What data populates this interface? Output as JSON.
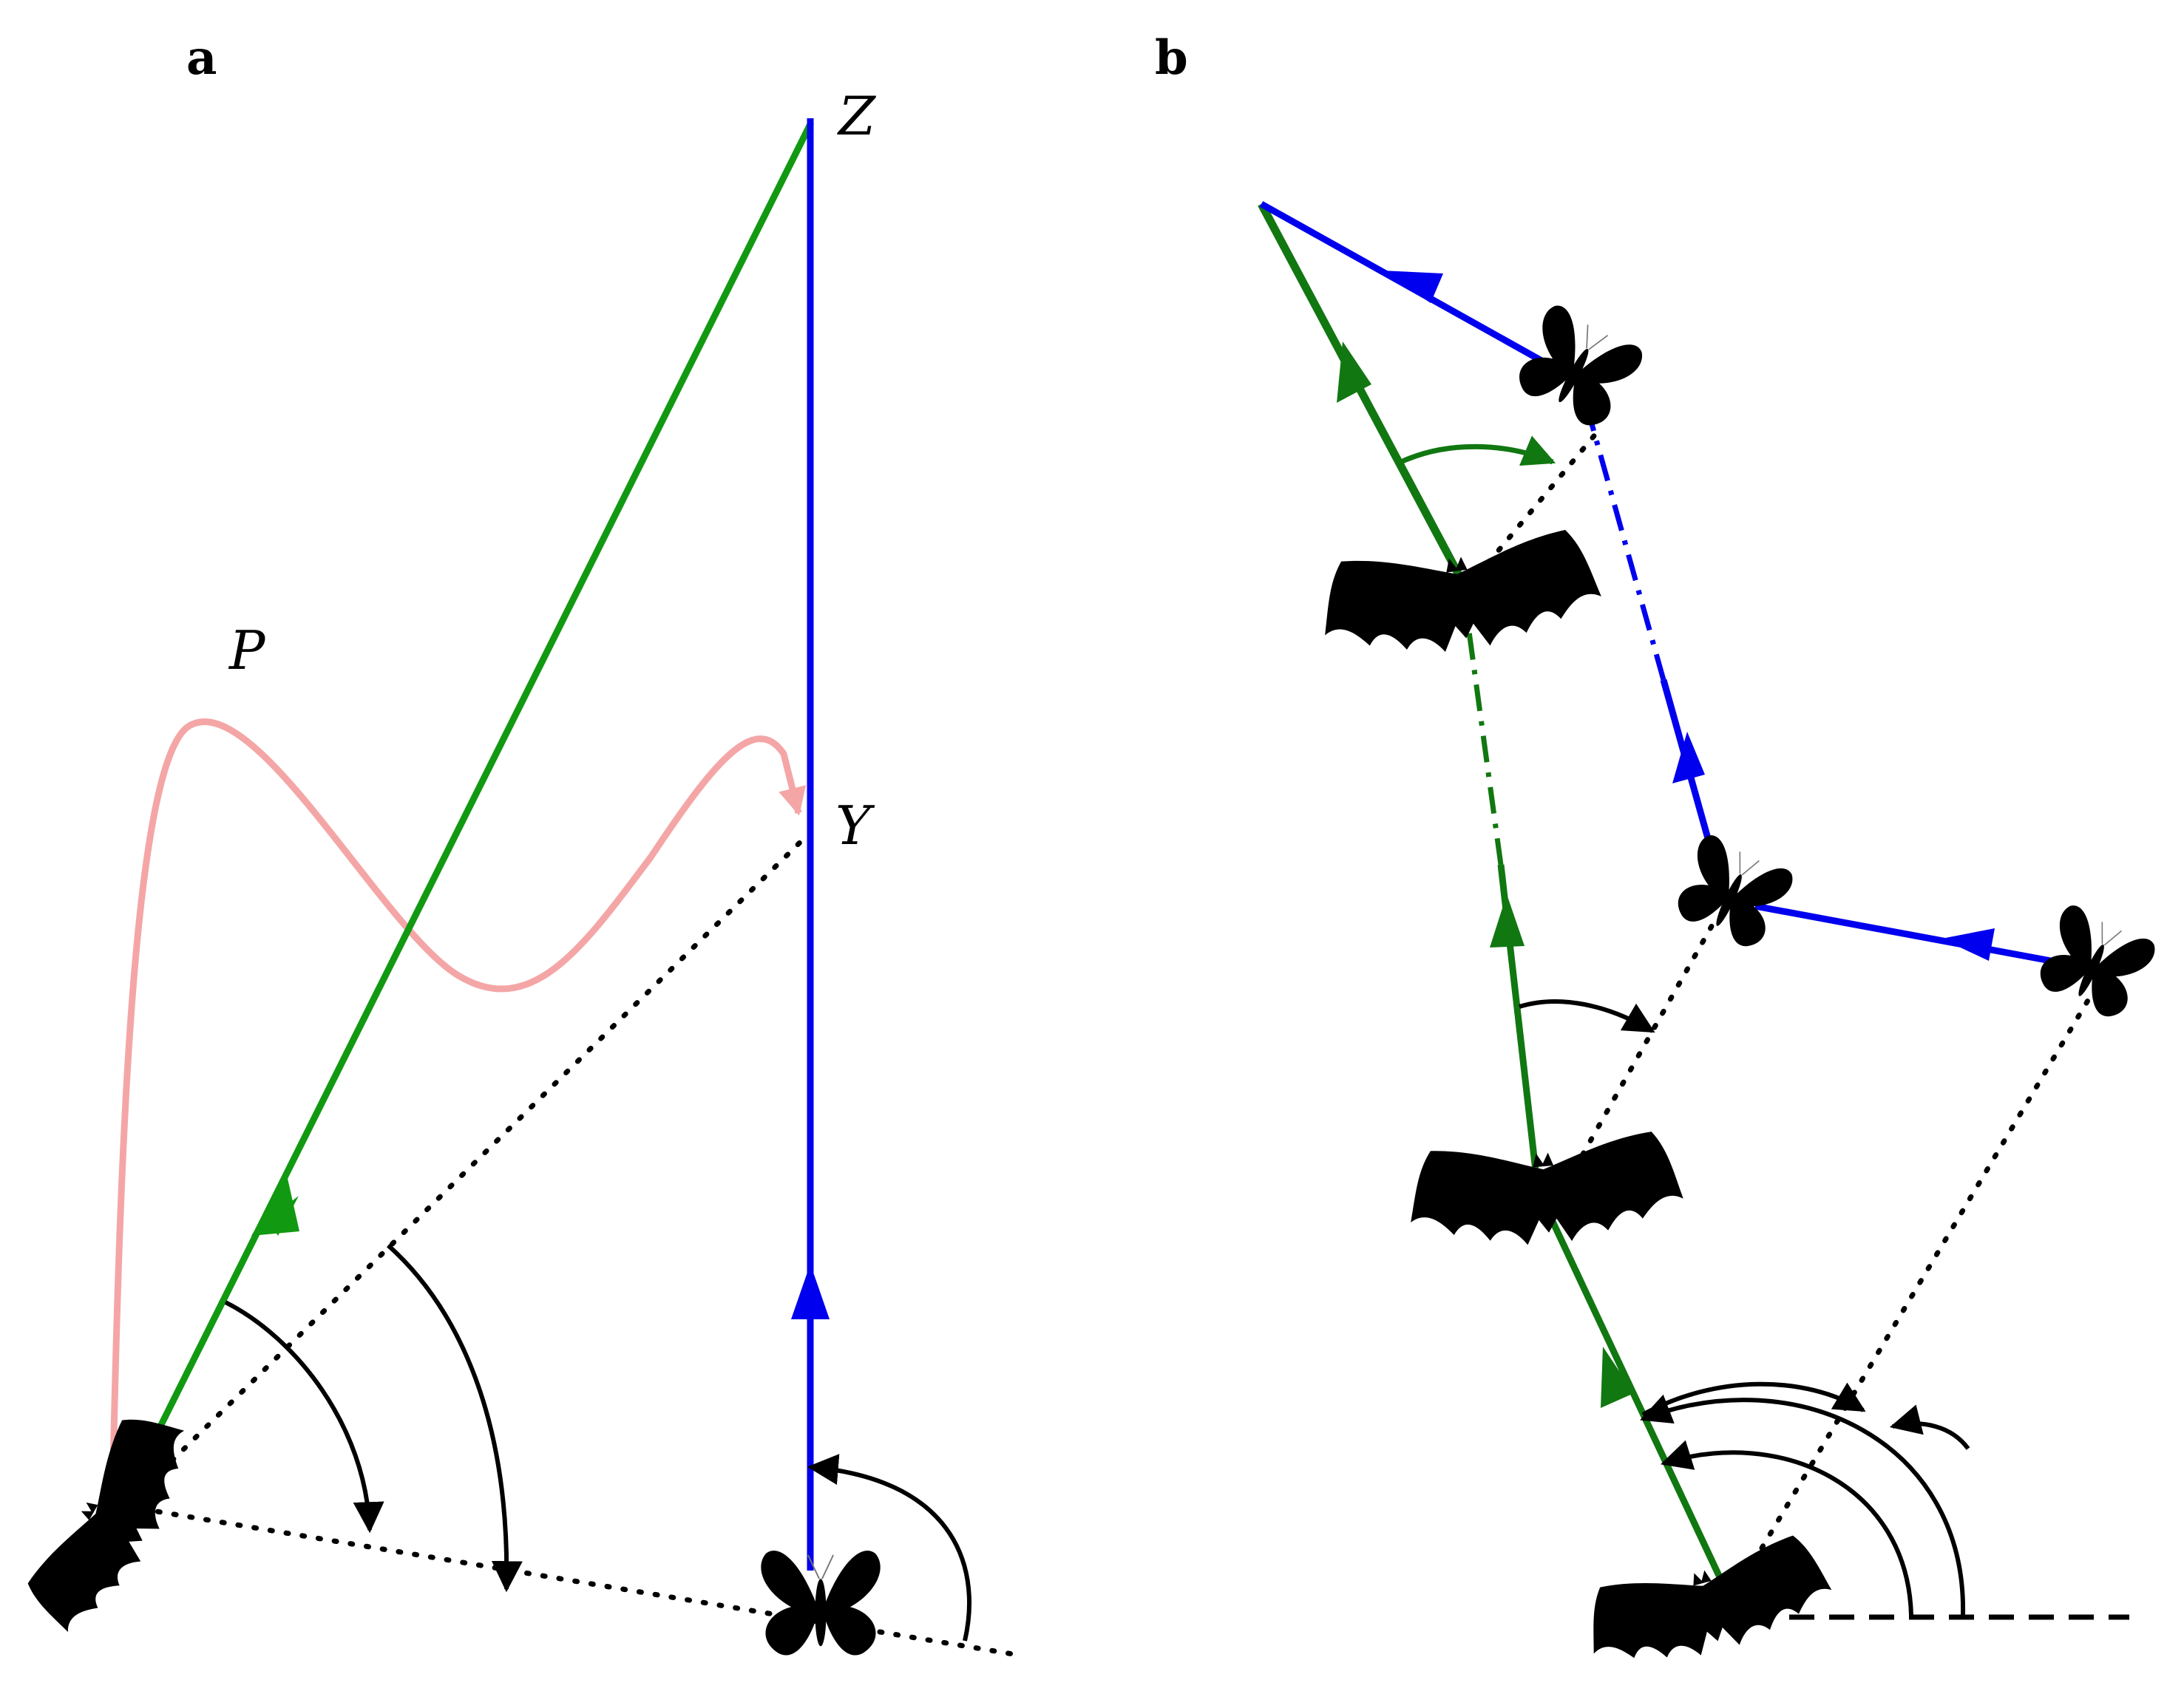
{
  "panels": {
    "a": {
      "label": "a"
    },
    "b": {
      "label": "b"
    }
  },
  "points": {
    "z": "Z",
    "y": "Y",
    "p": "P"
  },
  "colors": {
    "predator_path": "#119911",
    "prey_path": "#0000ee",
    "pursuit_curve": "#f4a6a6",
    "predator_path_b": "#117711",
    "angle_arc": "#000000"
  },
  "icons": {
    "predator": "bat-silhouette-icon",
    "prey": "butterfly-silhouette-icon"
  }
}
